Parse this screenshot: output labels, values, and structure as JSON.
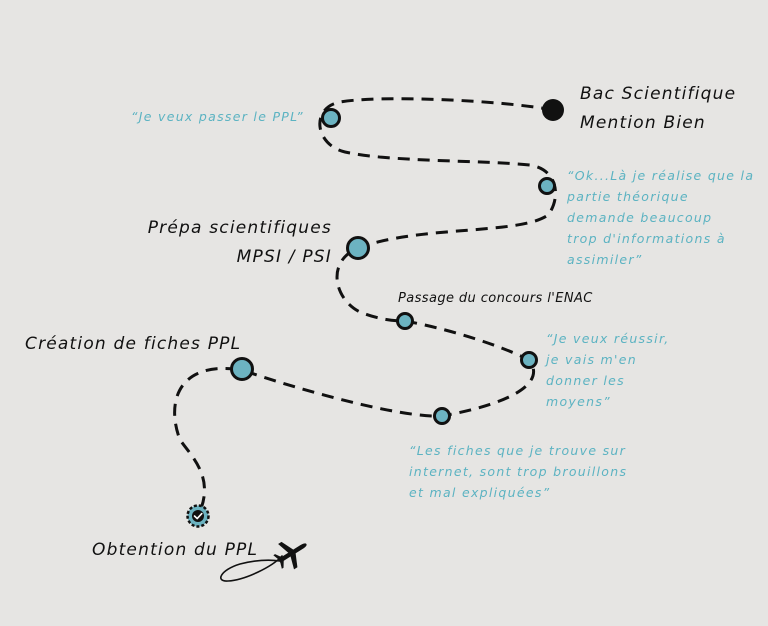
{
  "colors": {
    "background": "#e6e5e3",
    "path": "#111111",
    "milestone_fill": "#6cb3c1",
    "quote_text": "#5cb3c2"
  },
  "milestones": {
    "bac": {
      "line1": "Bac Scientifique",
      "line2": "Mention Bien"
    },
    "prepa": {
      "line1": "Prépa scientifiques",
      "line2": "MPSI / PSI"
    },
    "concours": "Passage du concours l'ENAC",
    "fiches": "Création de fiches PPL",
    "obtention": "Obtention du PPL"
  },
  "quotes": {
    "ppl": "“Je veux passer le PPL”",
    "theorie": [
      "“Ok...Là je réalise que la",
      "partie théorique",
      "demande beaucoup",
      "trop d'informations à",
      "assimiler”"
    ],
    "reussir": [
      "“Je veux réussir,",
      "je vais m'en",
      "donner les",
      "moyens”"
    ],
    "fiches_internet": [
      "“Les fiches que je trouve sur",
      "internet, sont trop brouillons",
      "et mal expliquées”"
    ]
  },
  "icons": {
    "start": "filled-circle-icon",
    "finish": "check-circle-icon",
    "plane": "airplane-icon"
  }
}
